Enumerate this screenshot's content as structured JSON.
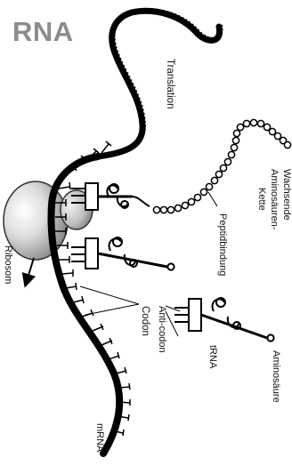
{
  "title": "RNA",
  "labels": {
    "translation": "Translation",
    "growing_chain_1": "Wachsende",
    "growing_chain_2": "Aminosäuren-",
    "growing_chain_3": "Kette",
    "peptide_bond": "Peptidbindung",
    "ribosome": "Ribosom",
    "codon": "Codon",
    "anticodon": "Anti-codon",
    "trna": "tRNA",
    "amino_acid": "Aminosäure",
    "mrna": "mRNA"
  },
  "colors": {
    "strand": "#000000",
    "title": "#8c8c8c",
    "ribosome_light": "#f4f4f4",
    "ribosome_dark": "#8a8a8a"
  }
}
